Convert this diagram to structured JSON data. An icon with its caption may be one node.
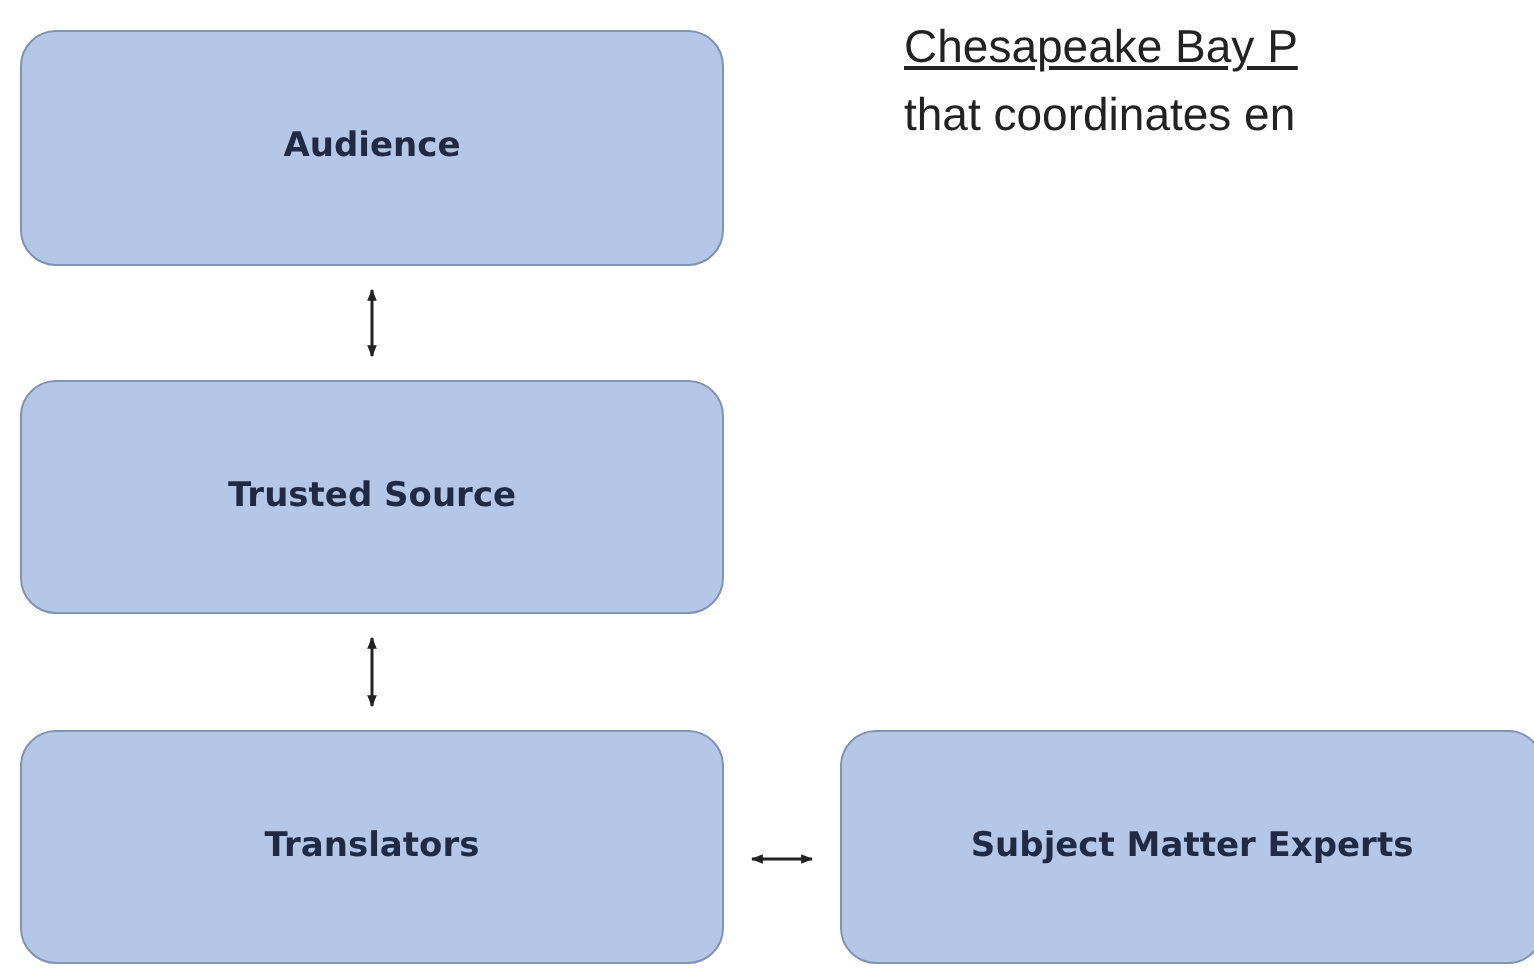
{
  "diagram": {
    "nodes": [
      {
        "text": [
          "Audience"
        ]
      },
      {
        "text": [
          "Trusted Source"
        ]
      },
      {
        "text": [
          "Translators"
        ]
      },
      {
        "text": [
          "Subject Matter Experts"
        ]
      }
    ],
    "edges": [
      {
        "from": 0,
        "to": 1,
        "arrow": "both"
      },
      {
        "from": 1,
        "to": 2,
        "arrow": "both"
      },
      {
        "from": 2,
        "to": 3,
        "arrow": "both"
      }
    ],
    "labels": [
      "Chesapeake Bay P",
      "that coordinates en"
    ]
  }
}
